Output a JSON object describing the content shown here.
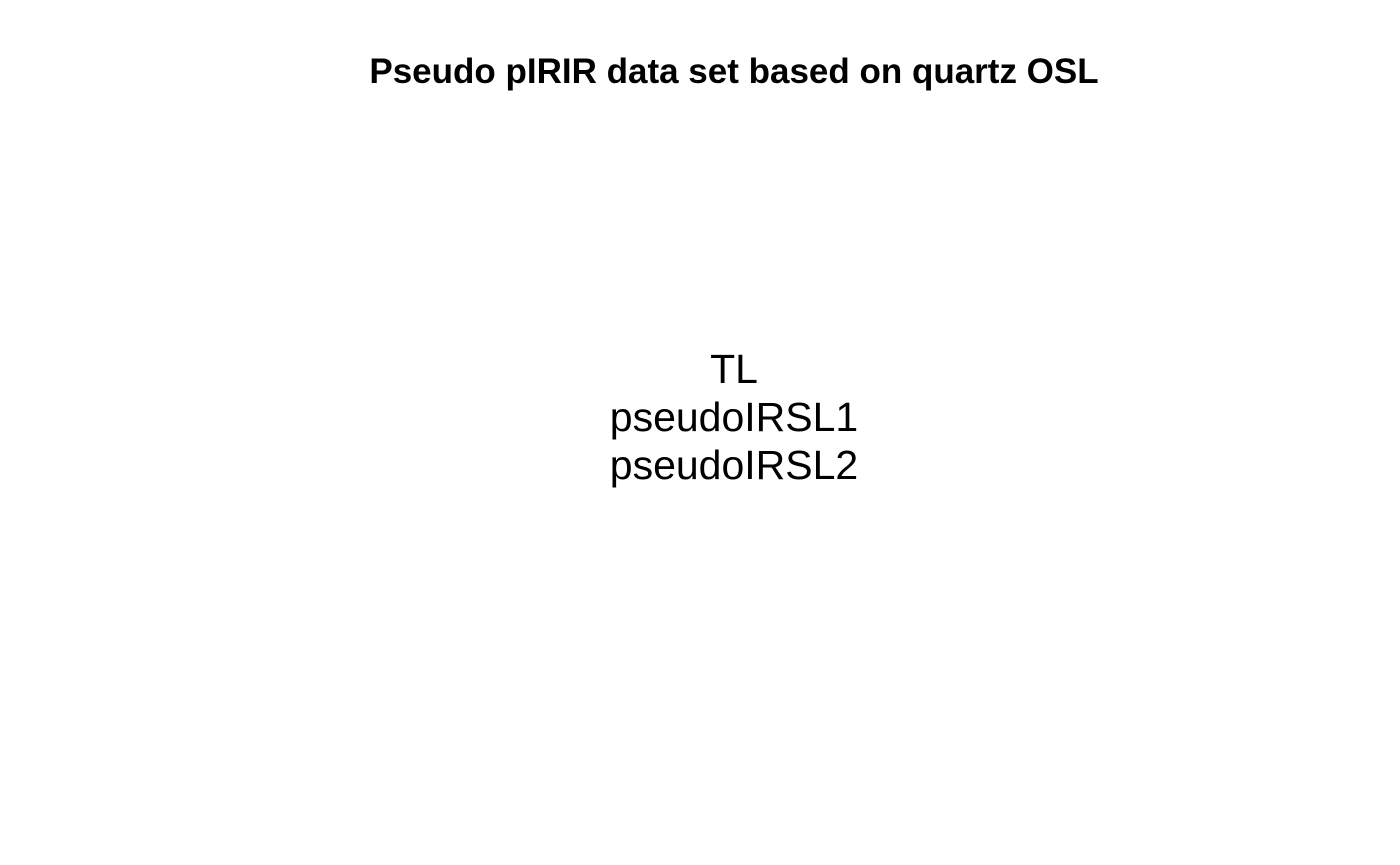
{
  "title": "Pseudo pIRIR data set based on quartz OSL",
  "records": [
    "TL",
    "pseudoIRSL1",
    "pseudoIRSL2"
  ]
}
